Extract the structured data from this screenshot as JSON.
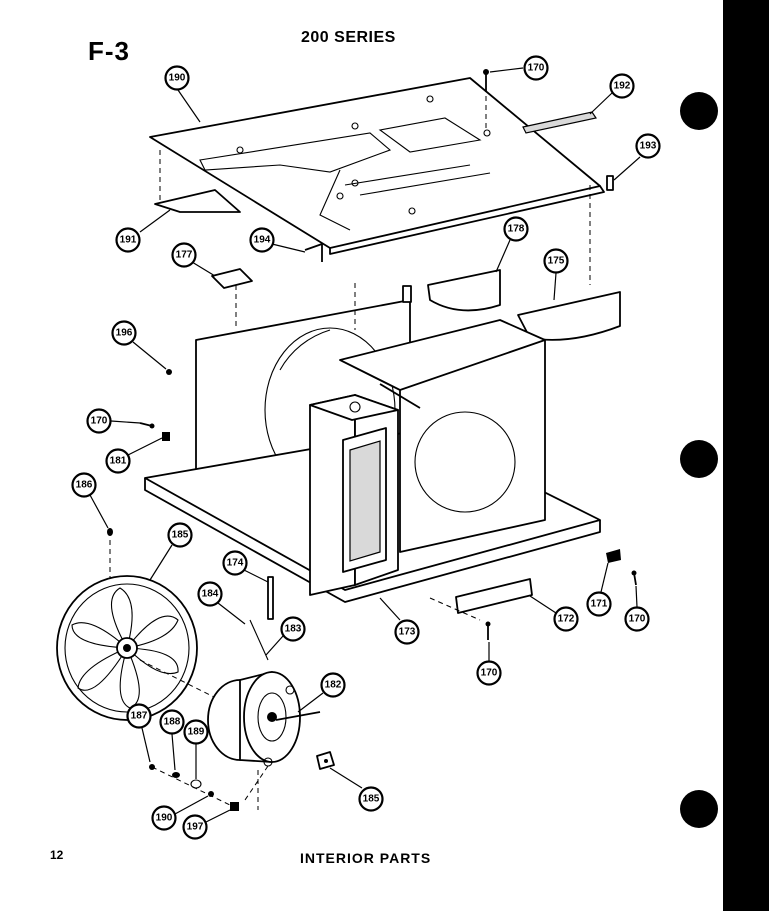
{
  "header": {
    "figure_id": "F-3",
    "series": "200 SERIES"
  },
  "footer": {
    "page_number": "12",
    "title": "INTERIOR PARTS"
  },
  "callouts": [
    {
      "id": "c190a",
      "label": "190"
    },
    {
      "id": "c170a",
      "label": "170"
    },
    {
      "id": "c192",
      "label": "192"
    },
    {
      "id": "c193",
      "label": "193"
    },
    {
      "id": "c191",
      "label": "191"
    },
    {
      "id": "c194",
      "label": "194"
    },
    {
      "id": "c177",
      "label": "177"
    },
    {
      "id": "c178",
      "label": "178"
    },
    {
      "id": "c175",
      "label": "175"
    },
    {
      "id": "c196",
      "label": "196"
    },
    {
      "id": "c170b",
      "label": "170"
    },
    {
      "id": "c181",
      "label": "181"
    },
    {
      "id": "c186",
      "label": "186"
    },
    {
      "id": "c185a",
      "label": "185"
    },
    {
      "id": "c174",
      "label": "174"
    },
    {
      "id": "c184",
      "label": "184"
    },
    {
      "id": "c183",
      "label": "183"
    },
    {
      "id": "c173",
      "label": "173"
    },
    {
      "id": "c172",
      "label": "172"
    },
    {
      "id": "c171",
      "label": "171"
    },
    {
      "id": "c170c",
      "label": "170"
    },
    {
      "id": "c170d",
      "label": "170"
    },
    {
      "id": "c182",
      "label": "182"
    },
    {
      "id": "c187",
      "label": "187"
    },
    {
      "id": "c188",
      "label": "188"
    },
    {
      "id": "c189",
      "label": "189"
    },
    {
      "id": "c185b",
      "label": "185"
    },
    {
      "id": "c190b",
      "label": "190"
    },
    {
      "id": "c197",
      "label": "197"
    }
  ]
}
